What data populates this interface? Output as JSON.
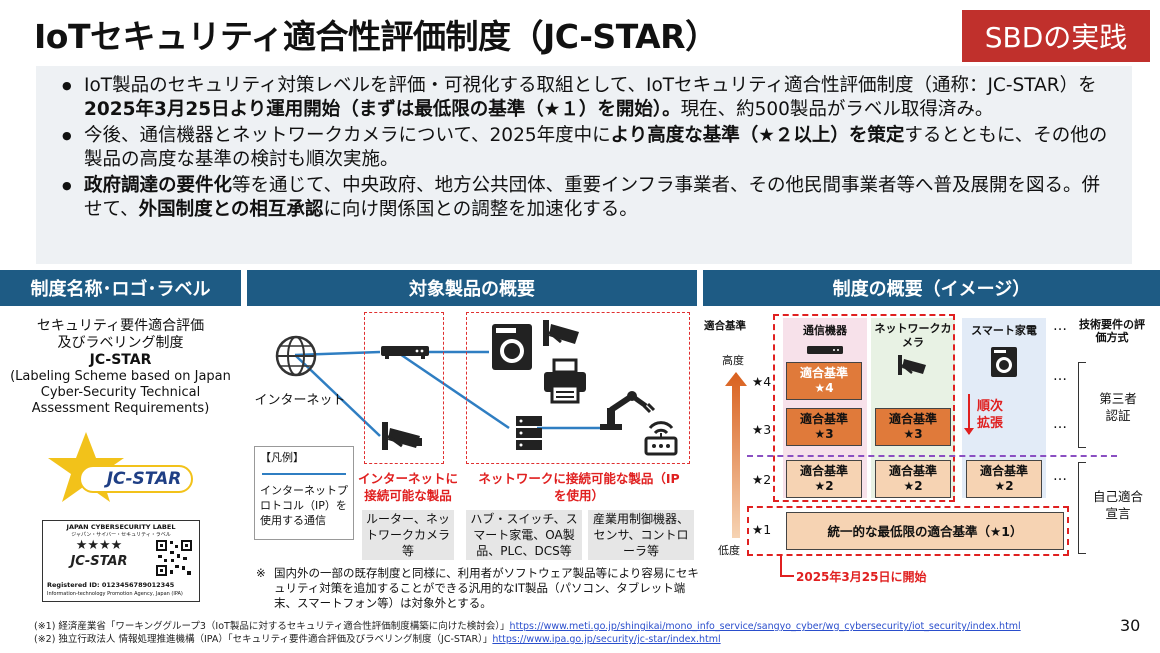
{
  "title": "IoTセキュリティ適合性評価制度（JC-STAR）",
  "badge": "SBDの実践",
  "summary": {
    "b1": {
      "t1": "IoT製品のセキュリティ対策レベルを評価・可視化する取組として、IoTセキュリティ適合性評価制度（通称：JC-STAR）を",
      "bold": "2025年3月25日より運用開始（まずは最低限の基準（★１）を開始）。",
      "t2": "現在、約500製品がラベル取得済み。"
    },
    "b2": {
      "t1": "今後、通信機器とネットワークカメラについて、2025年度中に",
      "bold": "より高度な基準（★２以上）を策定",
      "t2": "するとともに、その他の製品の高度な基準の検討も順次実施。"
    },
    "b3": {
      "bold1": "政府調達の要件化",
      "t1": "等を通じて、中央政府、地方公共団体、重要インフラ事業者、その他民間事業者等へ普及展開を図る。併せて、",
      "bold2": "外国制度との相互承認",
      "t2": "に向け関係国との調整を加速化する。"
    }
  },
  "sections": {
    "left": "制度名称･ロゴ･ラベル",
    "middle": "対象製品の概要",
    "right": "制度の概要（イメージ）"
  },
  "left_panel": {
    "name_line1": "セキュリティ要件適合評価",
    "name_line2": "及びラベリング制度",
    "name_code": "JC-STAR",
    "english": "(Labeling Scheme based on Japan Cyber-Security Technical Assessment Requirements)",
    "logo_text": "JC-STAR",
    "label_top": "JAPAN CYBERSECURITY LABEL",
    "label_sub": "ジャパン・サイバー・セキュリティ・ラベル",
    "label_stars": "★★★★",
    "label_logo": "JC-STAR",
    "label_reg": "Registered ID: 0123456789012345",
    "label_org": "Information-technology Promotion Agency, Japan (IPA)"
  },
  "middle_panel": {
    "internet": "インターネット",
    "legend_title": "【凡例】",
    "legend_text": "インターネットプロトコル（IP）を使用する通信",
    "cat1_title": "インターネットに接続可能な製品",
    "cat2_title": "ネットワークに接続可能な製品（IPを使用）",
    "ex1": "ルーター、ネットワークカメラ等",
    "ex2": "ハブ・スイッチ、スマート家電、OA製品、PLC、DCS等",
    "ex3": "産業用制御機器、センサ、コントローラ等",
    "note_mark": "※",
    "note": "国内外の一部の既存制度と同様に、利用者がソフトウェア製品等により容易にセキュリティ対策を追加することができる汎用的なIT製品（パソコン、タブレット端末、スマートフォン等）は対象外とする。"
  },
  "right_panel": {
    "axis_title": "適合基準",
    "high": "高度",
    "low": "低度",
    "stars": [
      "★4",
      "★3",
      "★2",
      "★1"
    ],
    "col_comm": "通信機器",
    "col_cam": "ネットワークカメラ",
    "col_home": "スマート家電",
    "method_title": "技術要件の評価方式",
    "ellipsis": "…",
    "lvl4": "適合基準\n★4",
    "lvl3": "適合基準\n★3",
    "lvl2": "適合基準\n★2",
    "lvl1": "統一的な最低限の適合基準（★1）",
    "expand": "順次\n拡張",
    "third_party": "第三者\n認証",
    "self": "自己適合\n宣言",
    "start": "2025年3月25日に開始"
  },
  "footer": {
    "f1": "(※1) 経済産業省「ワーキンググループ3（IoT製品に対するセキュリティ適合性評価制度構築に向けた検討会）」",
    "f1_link": "https://www.meti.go.jp/shingikai/mono_info_service/sangyo_cyber/wg_cybersecurity/iot_security/index.html",
    "f2": "(※2) 独立行政法人 情報処理推進機構（IPA）「セキュリティ要件適合評価及びラベリング制度（JC-STAR）」",
    "f2_link": "https://www.ipa.go.jp/security/jc-star/index.html",
    "page": "30"
  },
  "colors": {
    "header_blue": "#1e5b84",
    "badge_red": "#c0302c",
    "level_dark_orange": "#e07a3a",
    "level_light_orange": "#f6d3b3",
    "line_blue": "#2f7ec2"
  }
}
